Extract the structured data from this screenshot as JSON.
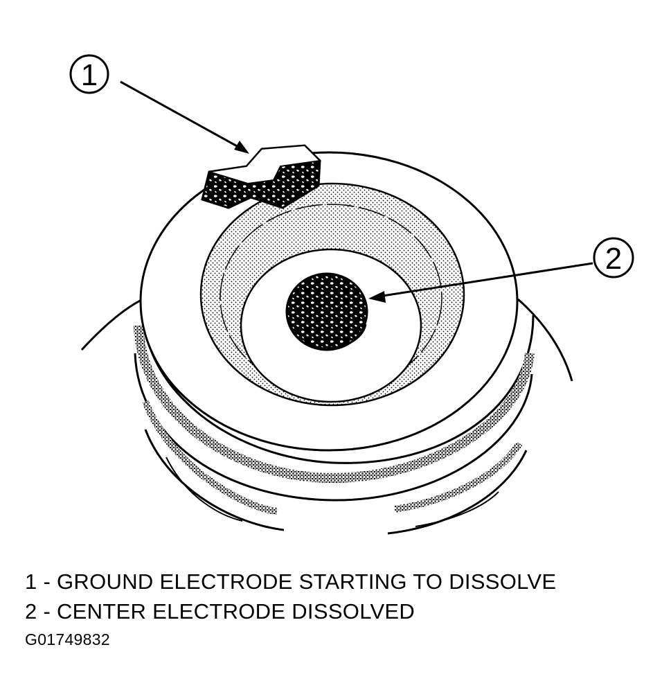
{
  "callouts": [
    {
      "number": "1"
    },
    {
      "number": "2"
    }
  ],
  "legend": [
    "1 - GROUND ELECTRODE STARTING TO DISSOLVE",
    "2 - CENTER ELECTRODE DISSOLVED"
  ],
  "figure_id": "G01749832"
}
